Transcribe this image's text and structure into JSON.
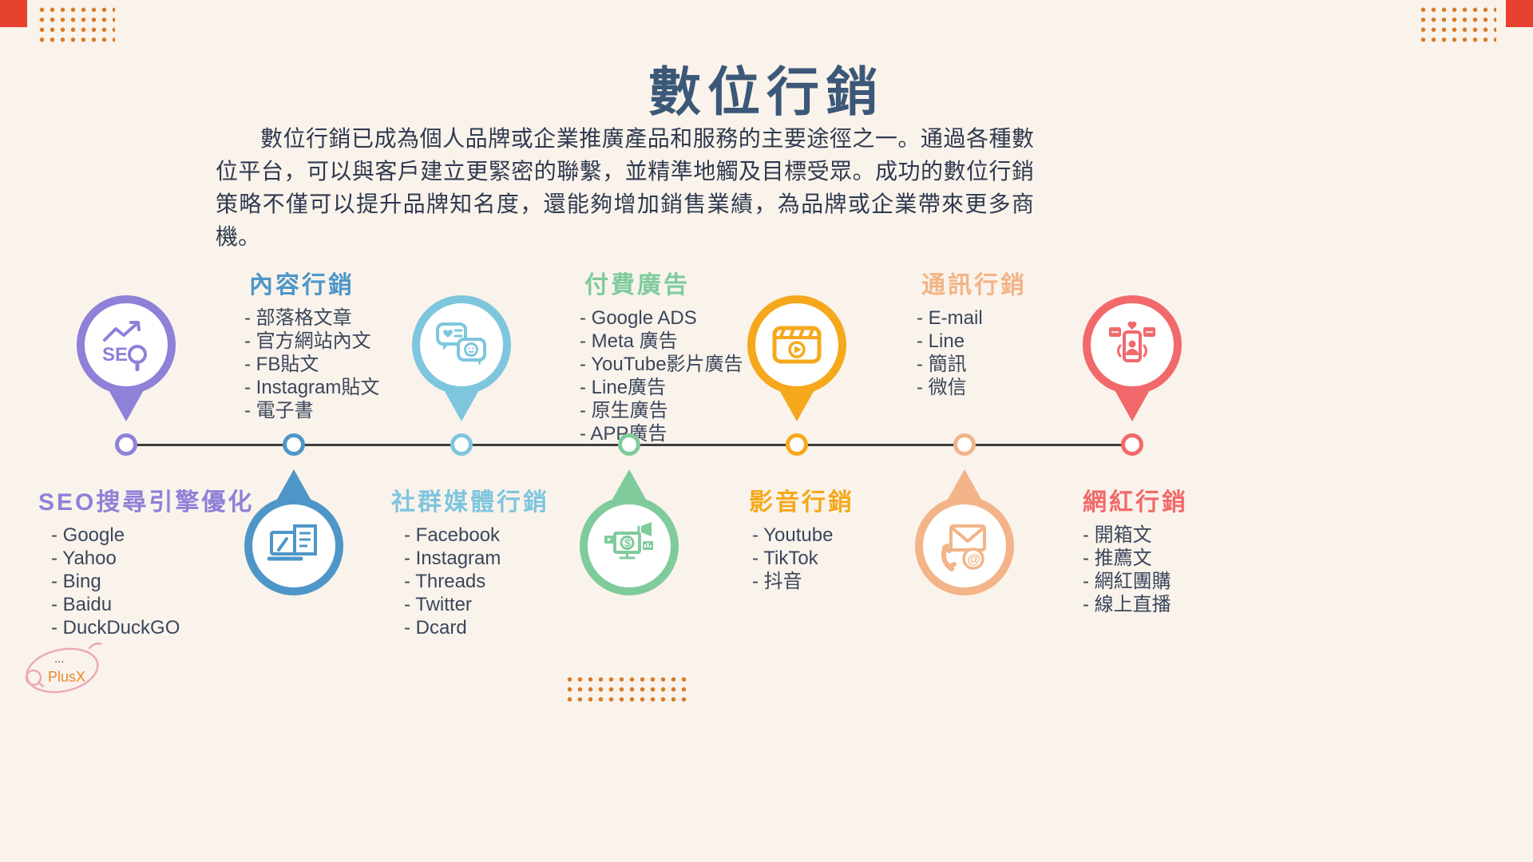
{
  "page": {
    "title": "數位行銷",
    "intro": "數位行銷已成為個人品牌或企業推廣產品和服務的主要途徑之一。通過各種數位平台，可以與客戶建立更緊密的聯繫，並精準地觸及目標受眾。成功的數位行銷策略不僅可以提升品牌知名度，還能夠增加銷售業績，為品牌或企業帶來更多商機。"
  },
  "logo": {
    "dots": "...",
    "text": "PlusX"
  },
  "colors": {
    "background": "#FAF3EB",
    "title": "#3C5878",
    "body_text": "#2F3A50",
    "timeline_line": "#3D3D3D",
    "dot_pattern": "#D97B28",
    "corner_square": "#E6402E"
  },
  "timeline": {
    "nodes": [
      {
        "key": "seo",
        "color": "#8F80D8",
        "heading": "SEO搜尋引擎優化",
        "icon": "seo-magnifier-icon",
        "items": [
          "- Google",
          "- Yahoo",
          "- Bing",
          "- Baidu",
          "- DuckDuckGO"
        ]
      },
      {
        "key": "content",
        "color": "#4E96C8",
        "heading": "內容行銷",
        "icon": "laptop-document-icon",
        "items": [
          "- 部落格文章",
          "- 官方網站內文",
          "- FB貼文",
          "- Instagram貼文",
          "- 電子書"
        ]
      },
      {
        "key": "social",
        "color": "#7EC6DE",
        "heading": "社群媒體行銷",
        "icon": "chat-bubbles-icon",
        "items": [
          "- Facebook",
          "- Instagram",
          "- Threads",
          "- Twitter",
          "- Dcard"
        ]
      },
      {
        "key": "paid-ads",
        "color": "#7FCB9C",
        "heading": "付費廣告",
        "icon": "ads-monitor-megaphone-icon",
        "items": [
          "- Google ADS",
          "- Meta 廣告",
          "- YouTube影片廣告",
          "- Line廣告",
          "- 原生廣告",
          "- APP廣告"
        ]
      },
      {
        "key": "video",
        "color": "#F5A81C",
        "heading": "影音行銷",
        "icon": "clapperboard-play-icon",
        "items": [
          "- Youtube",
          "- TikTok",
          "- 抖音"
        ]
      },
      {
        "key": "messaging",
        "color": "#F2B488",
        "heading": "通訊行銷",
        "icon": "envelope-phone-icon",
        "items": [
          "- E-mail",
          "- Line",
          "- 簡訊",
          "- 微信"
        ]
      },
      {
        "key": "influencer",
        "color": "#F2696B",
        "heading": "網紅行銷",
        "icon": "influencer-phone-icon",
        "items": [
          "- 開箱文",
          "- 推薦文",
          "- 網紅團購",
          "- 線上直播"
        ]
      }
    ]
  }
}
